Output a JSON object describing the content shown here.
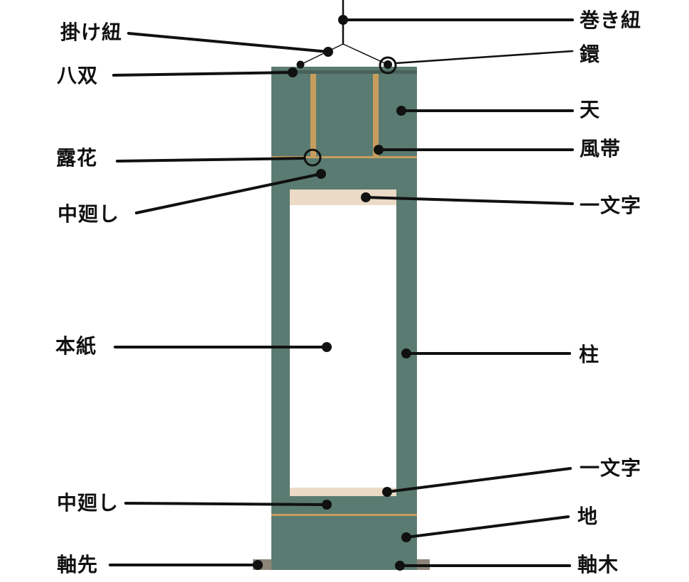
{
  "labels": {
    "left": [
      {
        "text": "掛け紐"
      },
      {
        "text": "八双"
      },
      {
        "text": "露花"
      },
      {
        "text": "中廻し"
      },
      {
        "text": "本紙"
      },
      {
        "text": "中廻し"
      },
      {
        "text": "軸先"
      }
    ],
    "right": [
      {
        "text": "巻き紐"
      },
      {
        "text": "鐶"
      },
      {
        "text": "天"
      },
      {
        "text": "風帯"
      },
      {
        "text": "一文字"
      },
      {
        "text": "柱"
      },
      {
        "text": "一文字"
      },
      {
        "text": "地"
      },
      {
        "text": "軸木"
      }
    ]
  },
  "colors": {
    "mounting_green": "#5a7b71",
    "hasso_dark": "#47615b",
    "strip_tan": "#c79d5e",
    "ichimonji_cream": "#ebdbc6",
    "honshi_white": "#ffffff",
    "roller_gray": "#8d8678",
    "line_black": "#111111"
  }
}
